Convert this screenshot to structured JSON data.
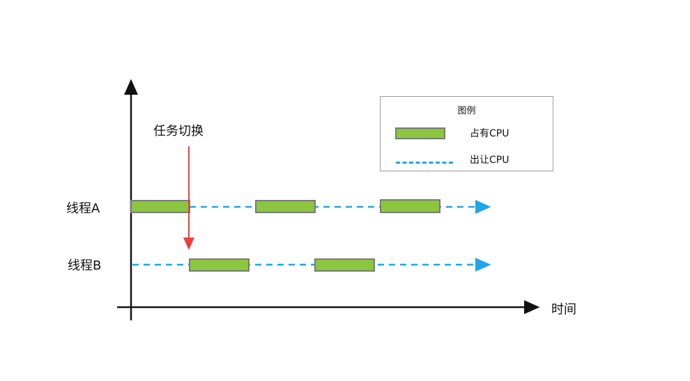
{
  "axis": {
    "x_label": "时间"
  },
  "threads": [
    {
      "label": "线程A"
    },
    {
      "label": "线程B"
    }
  ],
  "annotation": {
    "text": "任务切换"
  },
  "legend": {
    "title": "图例",
    "items": [
      {
        "label": "占有CPU"
      },
      {
        "label": "出让CPU"
      }
    ]
  },
  "colors": {
    "running": "#8cc63f",
    "running_border": "#7a7a7a",
    "waiting": "#1ea6e8",
    "switch_arrow": "#e8413c",
    "axis": "#111111"
  }
}
